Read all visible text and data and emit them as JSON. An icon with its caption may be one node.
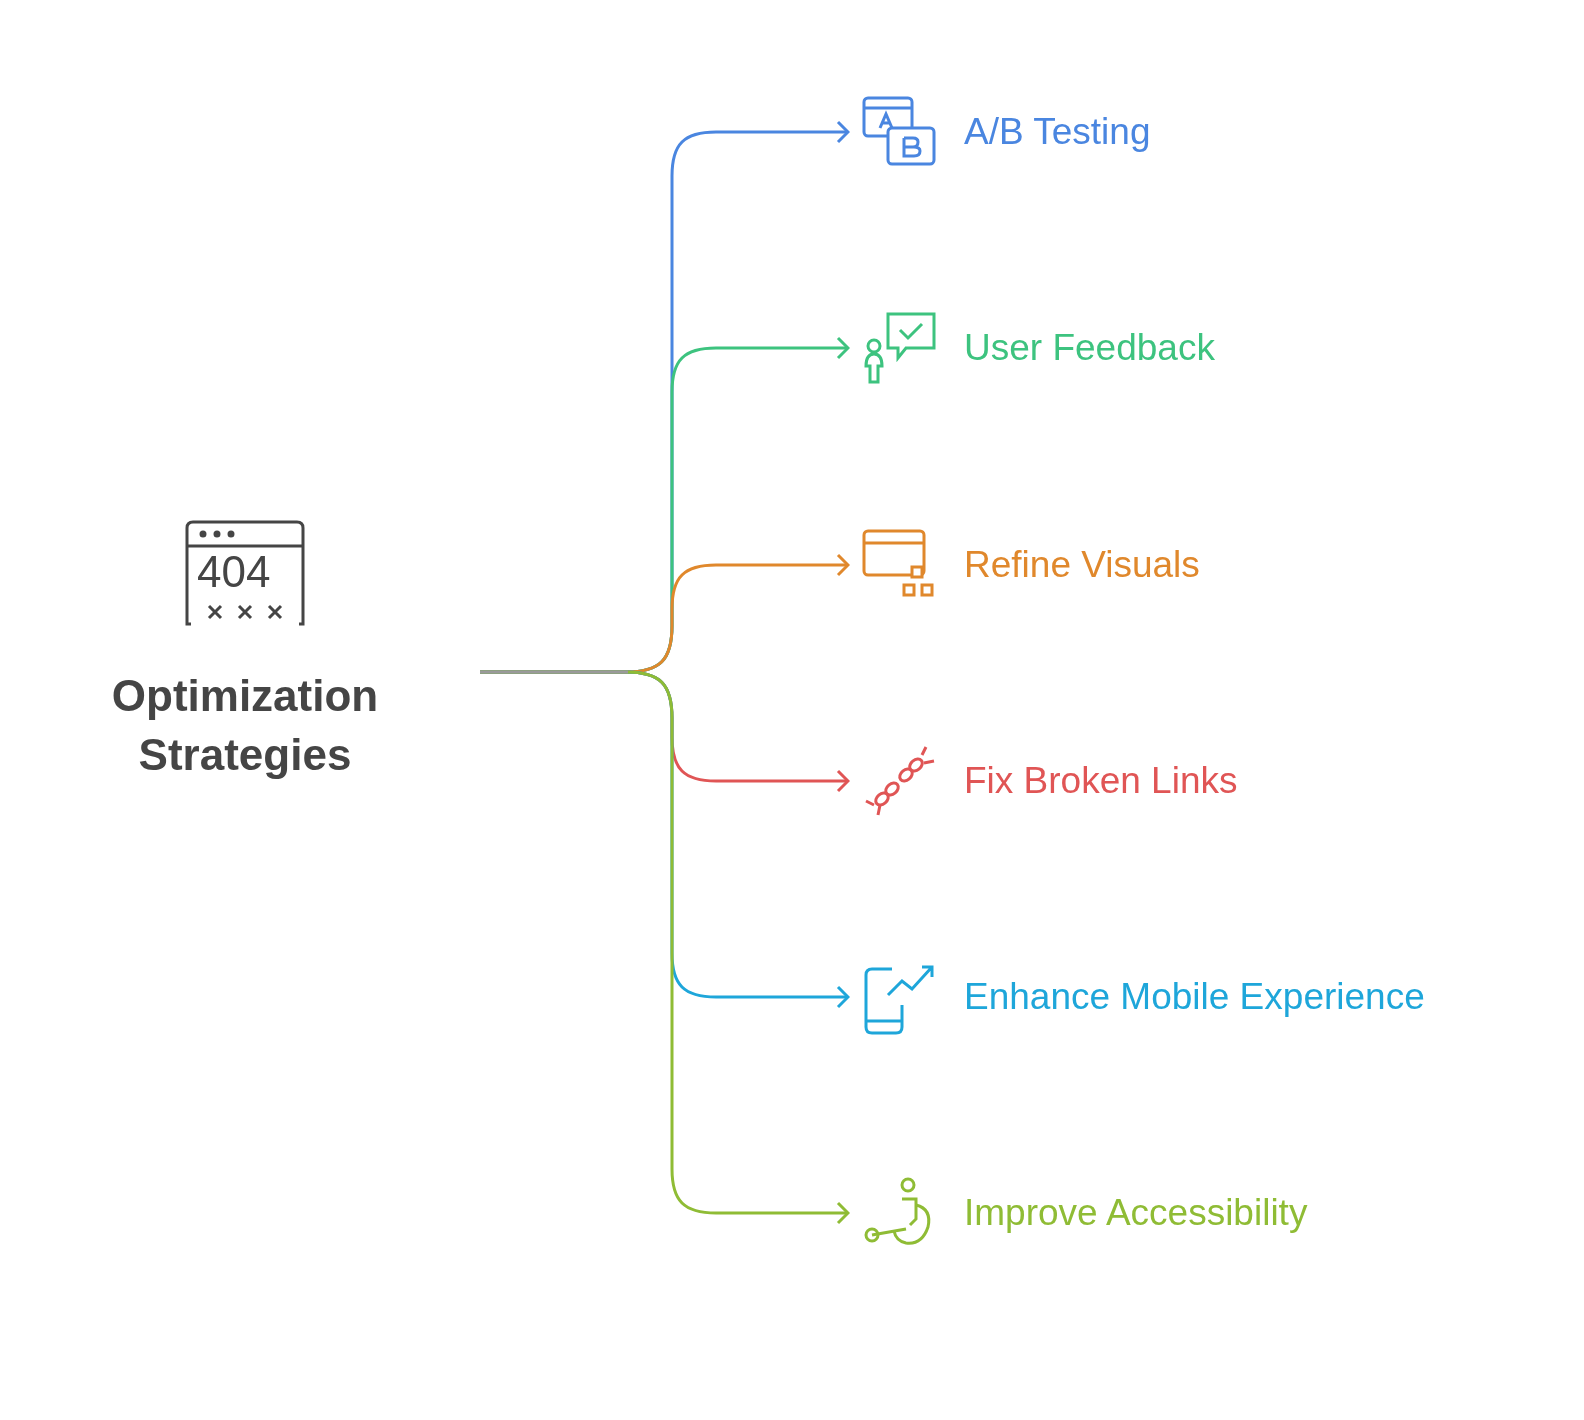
{
  "diagram": {
    "nodes": [
      {
        "text": [
          "Optimization Strategies"
        ]
      },
      {
        "text": [
          "A/B Testing"
        ]
      },
      {
        "text": [
          "User Feedback"
        ]
      },
      {
        "text": [
          "Refine Visuals"
        ]
      },
      {
        "text": [
          "Fix Broken Links"
        ]
      },
      {
        "text": [
          "Enhance Mobile Experience"
        ]
      },
      {
        "text": [
          "Improve Accessibility"
        ]
      }
    ],
    "edges": [
      {
        "from": 0,
        "to": 1,
        "arrow": "to",
        "color": "#4a86e0"
      },
      {
        "from": 0,
        "to": 2,
        "arrow": "to",
        "color": "#3dc37f"
      },
      {
        "from": 0,
        "to": 3,
        "arrow": "to",
        "color": "#e0882c"
      },
      {
        "from": 0,
        "to": 4,
        "arrow": "to",
        "color": "#e05555"
      },
      {
        "from": 0,
        "to": 5,
        "arrow": "to",
        "color": "#1ea6da"
      },
      {
        "from": 0,
        "to": 6,
        "arrow": "to",
        "color": "#8fbc35"
      }
    ],
    "labels": [
      "404"
    ]
  }
}
